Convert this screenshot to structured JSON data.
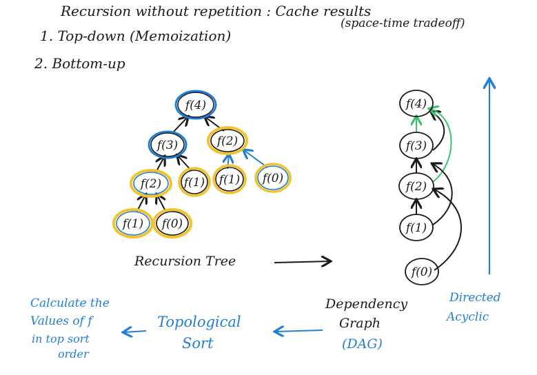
{
  "heading": {
    "line1": "Recursion without repetition : Cache results",
    "line1b": "(space-time tradeoff)",
    "item1": "1. Top-down (Memoization)",
    "item2": "2. Bottom-up"
  },
  "tree": {
    "caption": "Recursion Tree",
    "nodes": [
      "f(4)",
      "f(3)",
      "f(2)",
      "f(2)",
      "f(1)",
      "f(1)",
      "f(0)",
      "f(1)",
      "f(0)"
    ]
  },
  "dag": {
    "nodes": [
      "f(4)",
      "f(3)",
      "f(2)",
      "f(1)",
      "f(0)"
    ],
    "label_directed": "Directed",
    "label_acyclic": "Acyclic"
  },
  "flow": {
    "dependency": "Dependency",
    "graph": "Graph",
    "dag": "(DAG)",
    "topological": "Topological",
    "sort": "Sort",
    "calc1": "Calculate the",
    "calc2": "Values of f",
    "calc3": "in top sort",
    "calc4": "order"
  },
  "colors": {
    "ink": "#1a1a1a",
    "blue": "#1f7fd6",
    "yellow": "#f2c230",
    "green": "#37c46a"
  }
}
